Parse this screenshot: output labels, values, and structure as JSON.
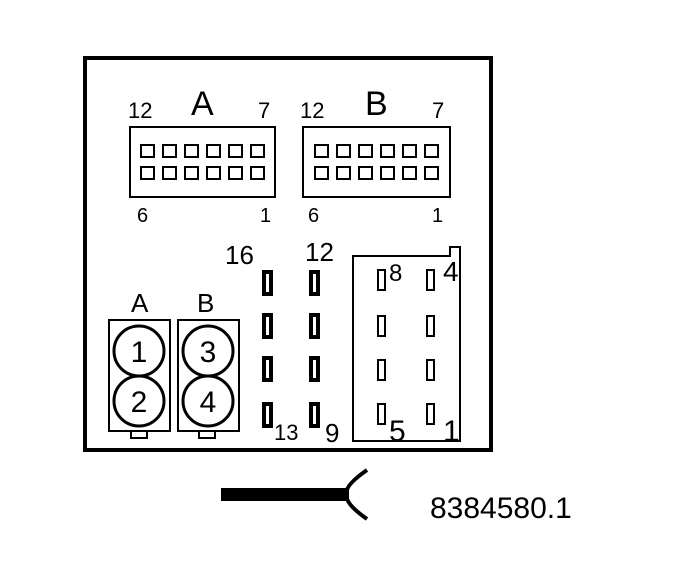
{
  "connectors": {
    "top_a": {
      "letter": "A",
      "pin_left_top": "12",
      "pin_right_top": "7",
      "pin_left_bottom": "6",
      "pin_right_bottom": "1"
    },
    "top_b": {
      "letter": "B",
      "pin_left_top": "12",
      "pin_right_top": "7",
      "pin_left_bottom": "6",
      "pin_right_bottom": "1"
    },
    "column_left": {
      "top_label": "16",
      "bottom_label": "13"
    },
    "column_right": {
      "top_label": "12",
      "bottom_label": "9"
    },
    "right_block": {
      "top_left_label": "8",
      "top_right_label": "4",
      "bottom_left_label": "5",
      "bottom_right_label": "1"
    },
    "round_a": {
      "letter": "A",
      "pins": [
        "1",
        "2"
      ]
    },
    "round_b": {
      "letter": "B",
      "pins": [
        "3",
        "4"
      ]
    }
  },
  "reference_number": "8384580.1",
  "colors": {
    "line": "#000000",
    "background": "#ffffff"
  }
}
